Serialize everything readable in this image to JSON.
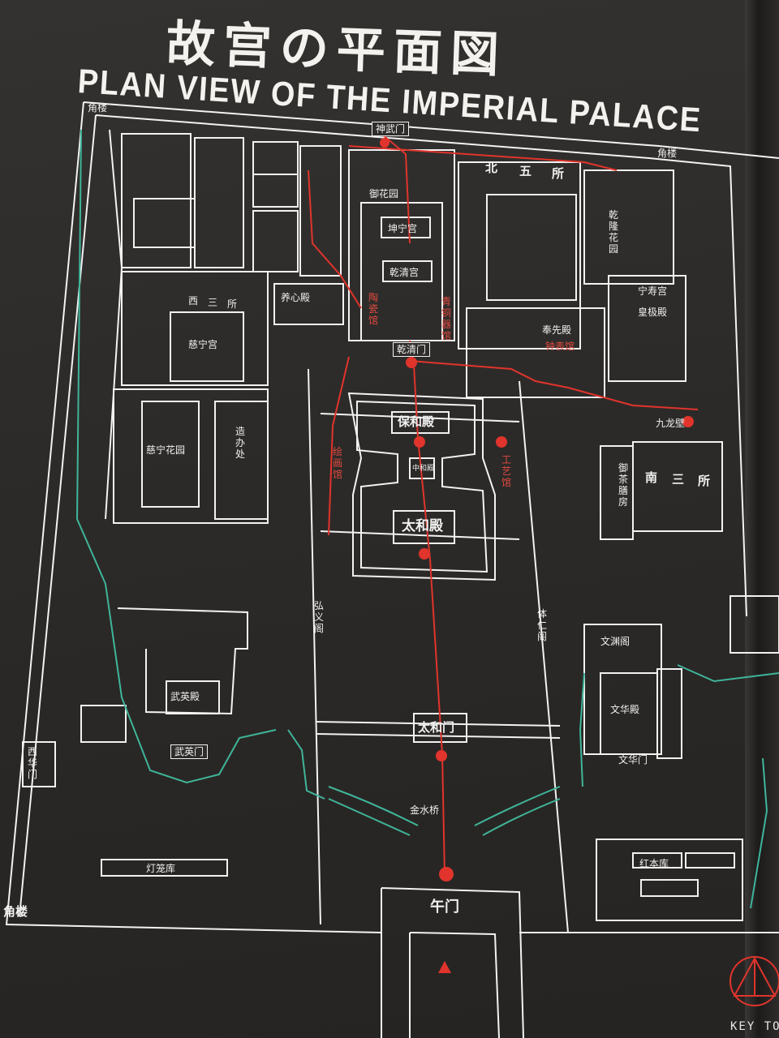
{
  "title_cn": "故宫の平面図",
  "title_en": "PLAN VIEW OF THE IMPERIAL PALACE",
  "key_text": "KEY TO",
  "colors": {
    "background": "#2e2c2a",
    "walls": "#f2f2f2",
    "route": "#e0342c",
    "water": "#3fb59a"
  },
  "labels": {
    "corner_tower_nw": "角楼",
    "corner_tower_ne": "角楼",
    "corner_tower_sw": "角楼",
    "gate_of_divine_might": "神武门",
    "imperial_garden": "御花园",
    "north_five_bei": "北",
    "north_five_wu": "五",
    "north_five_suo": "所",
    "palace_earthly_tranquility": "坤宁宫",
    "palace_heavenly_purity": "乾清宫",
    "gate_heavenly_purity": "乾清门",
    "hall_mental_cultivation": "养心殿",
    "west_three_xi": "西",
    "west_three_san": "三",
    "west_three_suo": "所",
    "palace_compassion": "慈宁宫",
    "garden_compassion": "慈宁花园",
    "workshops": "造办处",
    "hall_preserving_harmony": "保和殿",
    "hall_central_harmony": "中和殿",
    "hall_supreme_harmony": "太和殿",
    "gate_supreme_harmony": "太和门",
    "painting_gallery": "绘画馆",
    "crafts_gallery": "工艺馆",
    "hong_yi_pavilion": "弘义阁",
    "ti_ren_pavilion": "体仁阁",
    "hall_martial_valor": "武英殿",
    "gate_martial_valor": "武英门",
    "west_flowery_gate": "西华门",
    "golden_water_bridge": "金水桥",
    "meridian_gate": "午门",
    "hall_literary_glory": "文华殿",
    "gate_literary_glory": "文华门",
    "wenyuan_pavilion": "文渊阁",
    "south_three_nan": "南",
    "south_three_san": "三",
    "south_three_suo": "所",
    "imperial_tea_house": "御茶膳房",
    "nine_dragon_screen": "九龙壁",
    "hall_imperial_supremacy": "皇极殿",
    "palace_tranquil_longevity": "宁寿宫",
    "qianlong_garden": "乾隆花园",
    "hall_ancestral_worship": "奉先殿",
    "clock_gallery": "钟表馆",
    "pottery_gallery": "陶瓷馆",
    "bronze_gallery": "青铜器馆",
    "hong_ben_storehouse": "红本库",
    "lamp_storehouse": "灯笼库"
  }
}
